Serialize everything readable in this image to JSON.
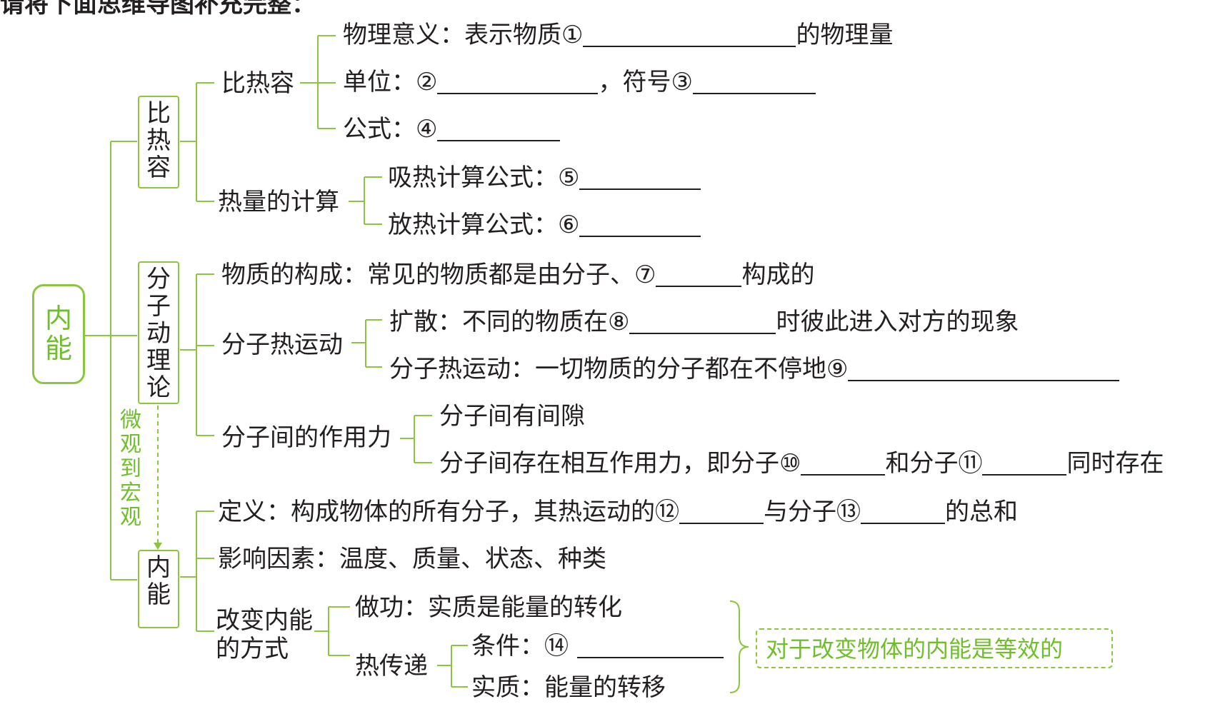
{
  "header_text": "请将下面思维导图补充完整：",
  "root": "内能",
  "sections": {
    "specific_heat": "比热容",
    "molecular_theory": "分子动理论",
    "internal_energy": "内能"
  },
  "micro_to_macro": "微观到宏观",
  "specific_heat": {
    "node": "比热容",
    "meaning_prefix": "物理意义：表示物质①",
    "meaning_suffix": "的物理量",
    "unit_prefix": "单位：②",
    "symbol_prefix": "，符号③",
    "formula_prefix": "公式：④"
  },
  "heat_calc": {
    "node": "热量的计算",
    "absorb_prefix": "吸热计算公式：⑤",
    "release_prefix": "放热计算公式：⑥"
  },
  "molecular": {
    "composition_prefix": "物质的构成：常见的物质都是由分子、⑦",
    "composition_suffix": "构成的",
    "motion_node": "分子热运动",
    "diffusion_prefix": "扩散：不同的物质在⑧",
    "diffusion_suffix": "时彼此进入对方的现象",
    "thermal_motion_prefix": "分子热运动：一切物质的分子都在不停地⑨",
    "force_node": "分子间的作用力",
    "gap": "分子间有间隙",
    "force_prefix": "分子间存在相互作用力，即分子⑩",
    "force_middle": "和分子⑪",
    "force_suffix": "同时存在"
  },
  "internal": {
    "definition_prefix": "定义：构成物体的所有分子，其热运动的⑫",
    "definition_middle": "与分子⑬",
    "definition_suffix": "的总和",
    "factors": "影响因素：温度、质量、状态、种类",
    "change_node_line1": "改变内能",
    "change_node_line2": "的方式",
    "work": "做功：实质是能量的转化",
    "heat_transfer_node": "热传递",
    "condition_prefix": "条件：⑭",
    "essence": "实质：能量的转移",
    "equivalent_note": "对于改变物体的内能是等效的"
  },
  "colors": {
    "accent_green": "#8cc63f",
    "text_green": "#6fbf2a",
    "text": "#231f20"
  }
}
